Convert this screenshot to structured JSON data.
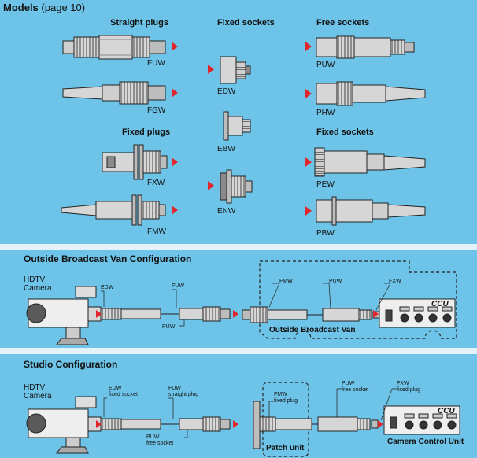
{
  "colors": {
    "background": "#6ec4e8",
    "arrow": "#e0262c",
    "connector_fill": "#d6d6d6",
    "outline": "#222222",
    "separator": "#e4f3fa"
  },
  "models": {
    "title_bold": "Models",
    "title_rest": "(page 10)",
    "headers": {
      "straight_plugs": "Straight plugs",
      "fixed_sockets": "Fixed sockets",
      "free_sockets_top": "Free sockets",
      "fixed_plugs": "Fixed plugs",
      "fixed_sockets_right": "Fixed sockets"
    },
    "codes": {
      "fuw": "FUW",
      "fgw": "FGW",
      "fxw": "FXW",
      "fmw": "FMW",
      "edw": "EDW",
      "ebw": "EBW",
      "enw": "ENW",
      "puw": "PUW",
      "phw": "PHW",
      "pew": "PEW",
      "pbw": "PBW"
    }
  },
  "ob_van": {
    "title": "Outside Broadcast Van Configuration",
    "camera_l1": "HDTV",
    "camera_l2": "Camera",
    "edw": "EDW",
    "fuw": "FUW",
    "puw_low": "PUW",
    "fmw": "FMW",
    "puw_high": "PUW",
    "fxw": "FXW",
    "ccu": "CCU",
    "van": "Outside Broadcast Van"
  },
  "studio": {
    "title": "Studio Configuration",
    "camera_l1": "HDTV",
    "camera_l2": "Camera",
    "edw_code": "EDW",
    "edw_desc": "fixed socket",
    "fuw_code": "FUW",
    "fuw_desc": "straight plug",
    "puw_low_code": "PUW",
    "puw_low_desc": "free socket",
    "fmw_code": "FMW",
    "fmw_desc": "fixed plug",
    "puw_code": "PUW",
    "puw_desc": "free socket",
    "fxw_code": "FXW",
    "fxw_desc": "fixed plug",
    "patch": "Patch unit",
    "ccu": "CCU",
    "ccu_long": "Camera Control Unit"
  }
}
